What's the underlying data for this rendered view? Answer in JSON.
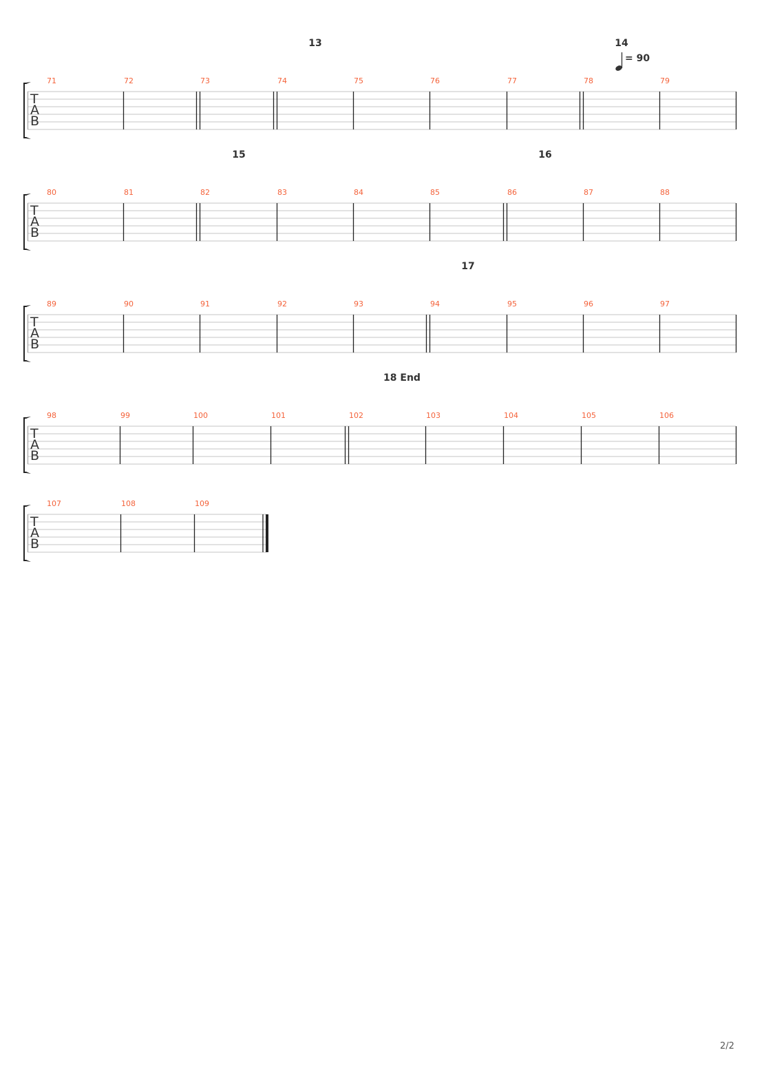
{
  "clef_letters": [
    "T",
    "A",
    "B"
  ],
  "tempo": {
    "note_icon": "quarter-note-icon",
    "label": "= 90"
  },
  "systems": [
    {
      "section_labels": [
        "13",
        "14"
      ],
      "measures": [
        {
          "number": "71",
          "double": false
        },
        {
          "number": "72",
          "double": false
        },
        {
          "number": "73",
          "double": true
        },
        {
          "number": "74",
          "double": true
        },
        {
          "number": "75",
          "double": false
        },
        {
          "number": "76",
          "double": false
        },
        {
          "number": "77",
          "double": false
        },
        {
          "number": "78",
          "double": true
        },
        {
          "number": "79",
          "double": false
        }
      ]
    },
    {
      "section_labels": [
        "15",
        "16"
      ],
      "measures": [
        {
          "number": "80",
          "double": false
        },
        {
          "number": "81",
          "double": false
        },
        {
          "number": "82",
          "double": true
        },
        {
          "number": "83",
          "double": false
        },
        {
          "number": "84",
          "double": false
        },
        {
          "number": "85",
          "double": false
        },
        {
          "number": "86",
          "double": true
        },
        {
          "number": "87",
          "double": false
        },
        {
          "number": "88",
          "double": false
        }
      ]
    },
    {
      "section_labels": [
        "17"
      ],
      "measures": [
        {
          "number": "89",
          "double": false
        },
        {
          "number": "90",
          "double": false
        },
        {
          "number": "91",
          "double": false
        },
        {
          "number": "92",
          "double": false
        },
        {
          "number": "93",
          "double": false
        },
        {
          "number": "94",
          "double": true
        },
        {
          "number": "95",
          "double": false
        },
        {
          "number": "96",
          "double": false
        },
        {
          "number": "97",
          "double": false
        }
      ]
    },
    {
      "section_labels": [
        "18 End"
      ],
      "measures": [
        {
          "number": "98",
          "double": false
        },
        {
          "number": "99",
          "double": false
        },
        {
          "number": "100",
          "double": false
        },
        {
          "number": "101",
          "double": false
        },
        {
          "number": "102",
          "double": true
        },
        {
          "number": "103",
          "double": false
        },
        {
          "number": "104",
          "double": false
        },
        {
          "number": "105",
          "double": false
        },
        {
          "number": "106",
          "double": false
        }
      ]
    },
    {
      "section_labels": [],
      "final_barline": true,
      "measures": [
        {
          "number": "107",
          "double": false
        },
        {
          "number": "108",
          "double": false
        },
        {
          "number": "109",
          "double": false
        }
      ]
    }
  ],
  "page_number": "2/2"
}
